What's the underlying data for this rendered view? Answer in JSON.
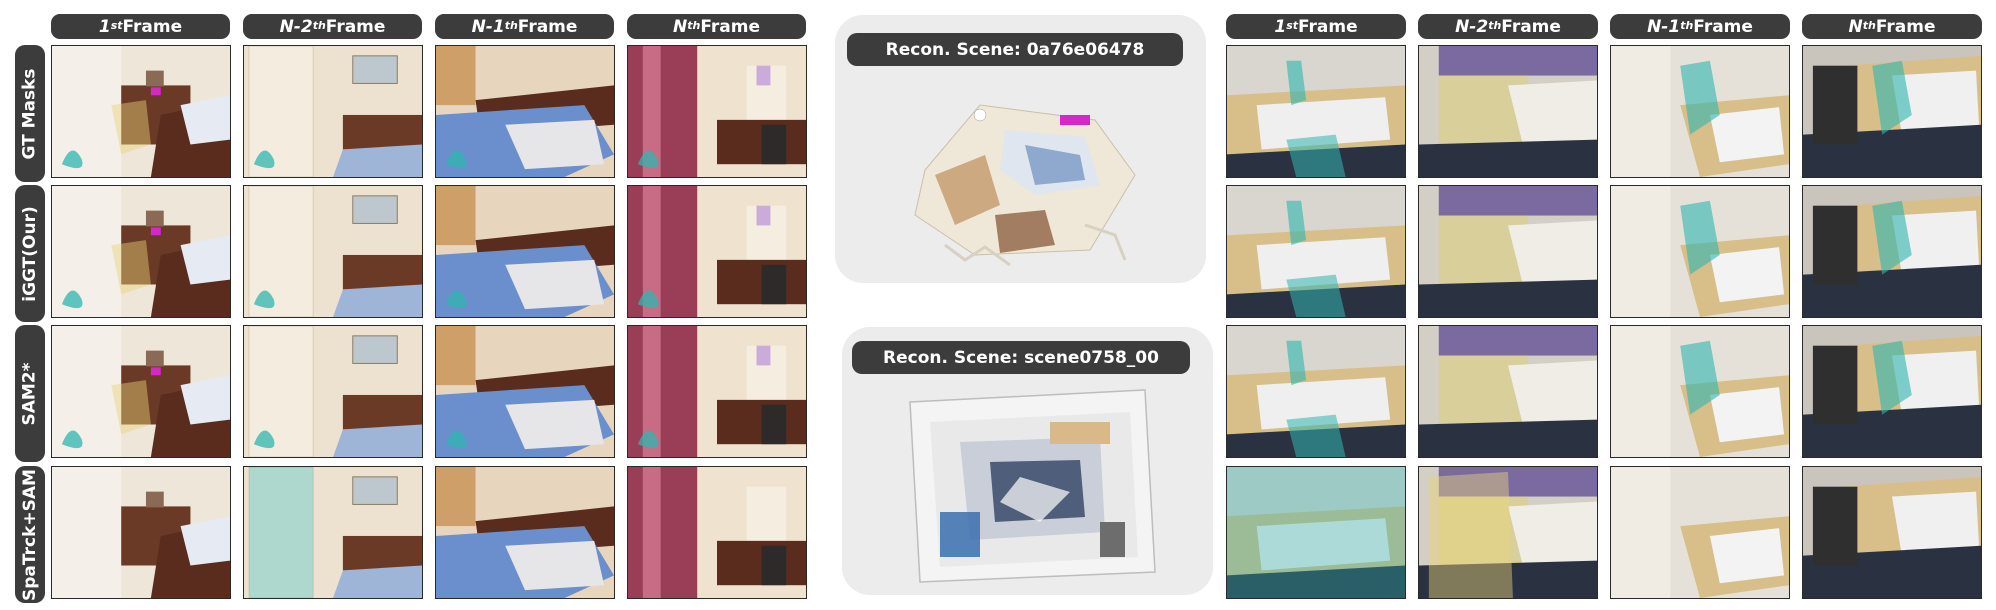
{
  "left_group": {
    "columns": [
      {
        "pre": "1",
        "sup": "st",
        "post": " Frame"
      },
      {
        "pre": "N-2",
        "sup": "th",
        "post": " Frame"
      },
      {
        "pre": "N-1",
        "sup": "th",
        "post": " Frame"
      },
      {
        "pre": "N",
        "sup": "th",
        "post": " Frame"
      }
    ]
  },
  "right_group": {
    "columns": [
      {
        "pre": "1",
        "sup": "st",
        "post": " Frame"
      },
      {
        "pre": "N-2",
        "sup": "th",
        "post": " Frame"
      },
      {
        "pre": "N-1",
        "sup": "th",
        "post": " Frame"
      },
      {
        "pre": "N",
        "sup": "th",
        "post": " Frame"
      }
    ]
  },
  "rows": [
    "GT Masks",
    "iGGT(Our)",
    "SAM2*",
    "SpaTrck+SAM"
  ],
  "scenes": [
    {
      "title": "Recon. Scene: 0a76e06478"
    },
    {
      "title": "Recon. Scene: scene0758_00"
    }
  ],
  "colors": {
    "label_bg": "#3c3c3c",
    "panel_bg": "#ececec",
    "mask_teal": "#2fb5b0",
    "mask_yellow": "#e9d27a",
    "mask_purple": "#b98fd6",
    "mask_magenta": "#d627c9"
  }
}
